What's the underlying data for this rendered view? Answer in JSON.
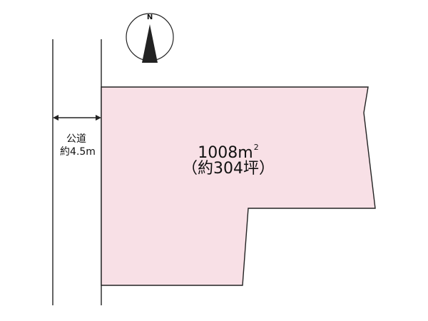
{
  "compass": {
    "north_label": "N",
    "icon": "north-arrow-icon"
  },
  "road": {
    "name": "公道",
    "width": "約4.5m"
  },
  "lot": {
    "area_value": "1008",
    "area_unit": "m",
    "area_unit_superscript": "2",
    "area_tsubo": "（約304坪）",
    "fill_color": "#f8e0e6",
    "stroke_color": "#222222"
  }
}
